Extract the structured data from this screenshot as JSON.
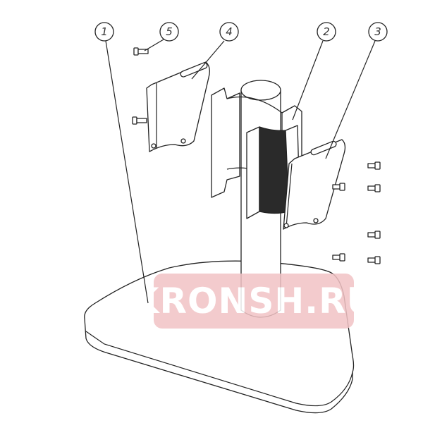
{
  "callouts": [
    {
      "number": "1",
      "part": "base"
    },
    {
      "number": "5",
      "part": "screw"
    },
    {
      "number": "4",
      "part": "bracket-left"
    },
    {
      "number": "2",
      "part": "clamp"
    },
    {
      "number": "3",
      "part": "bracket-right"
    }
  ],
  "watermark": {
    "text": "KRONSH.RU",
    "color": "#f2c3c5"
  }
}
